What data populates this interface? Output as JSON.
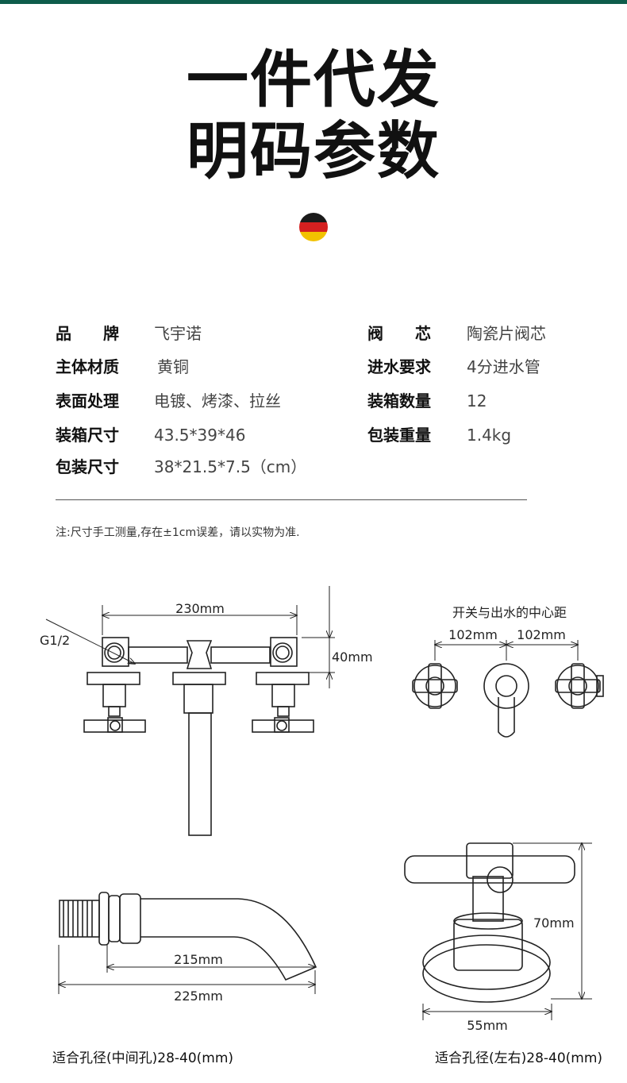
{
  "title": {
    "line1": "一件代发",
    "line2": "明码参数"
  },
  "flag": {
    "colors": [
      "#1a1a1a",
      "#d42020",
      "#f2c200"
    ]
  },
  "specs": {
    "left": [
      {
        "label": "品　　牌",
        "value": "飞宇诺"
      },
      {
        "label": "主体材质",
        "value": "黄铜"
      },
      {
        "label": "表面处理",
        "value": "电镀、烤漆、拉丝"
      },
      {
        "label": "装箱尺寸",
        "value": "43.5*39*46"
      },
      {
        "label": "包装尺寸",
        "value": "38*21.5*7.5（cm）"
      }
    ],
    "right": [
      {
        "label": "阀　　芯",
        "value": "陶瓷片阀芯"
      },
      {
        "label": "进水要求",
        "value": "4分进水管"
      },
      {
        "label": "装箱数量",
        "value": "12"
      },
      {
        "label": "包装重量",
        "value": "1.4kg"
      }
    ]
  },
  "note": "注:尺寸手工测量,存在±1cm误差，请以实物为准.",
  "diagram": {
    "front": {
      "width": "230mm",
      "height": "40mm",
      "thread": "G1/2"
    },
    "top": {
      "title": "开关与出水的中心距",
      "left_gap": "102mm",
      "right_gap": "102mm"
    },
    "spout": {
      "inner": "215mm",
      "outer": "225mm"
    },
    "handle": {
      "height": "70mm",
      "base": "55mm"
    }
  },
  "captions": {
    "left": "适合孔径(中间孔)28-40(mm)",
    "right": "适合孔径(左右)28-40(mm)"
  }
}
